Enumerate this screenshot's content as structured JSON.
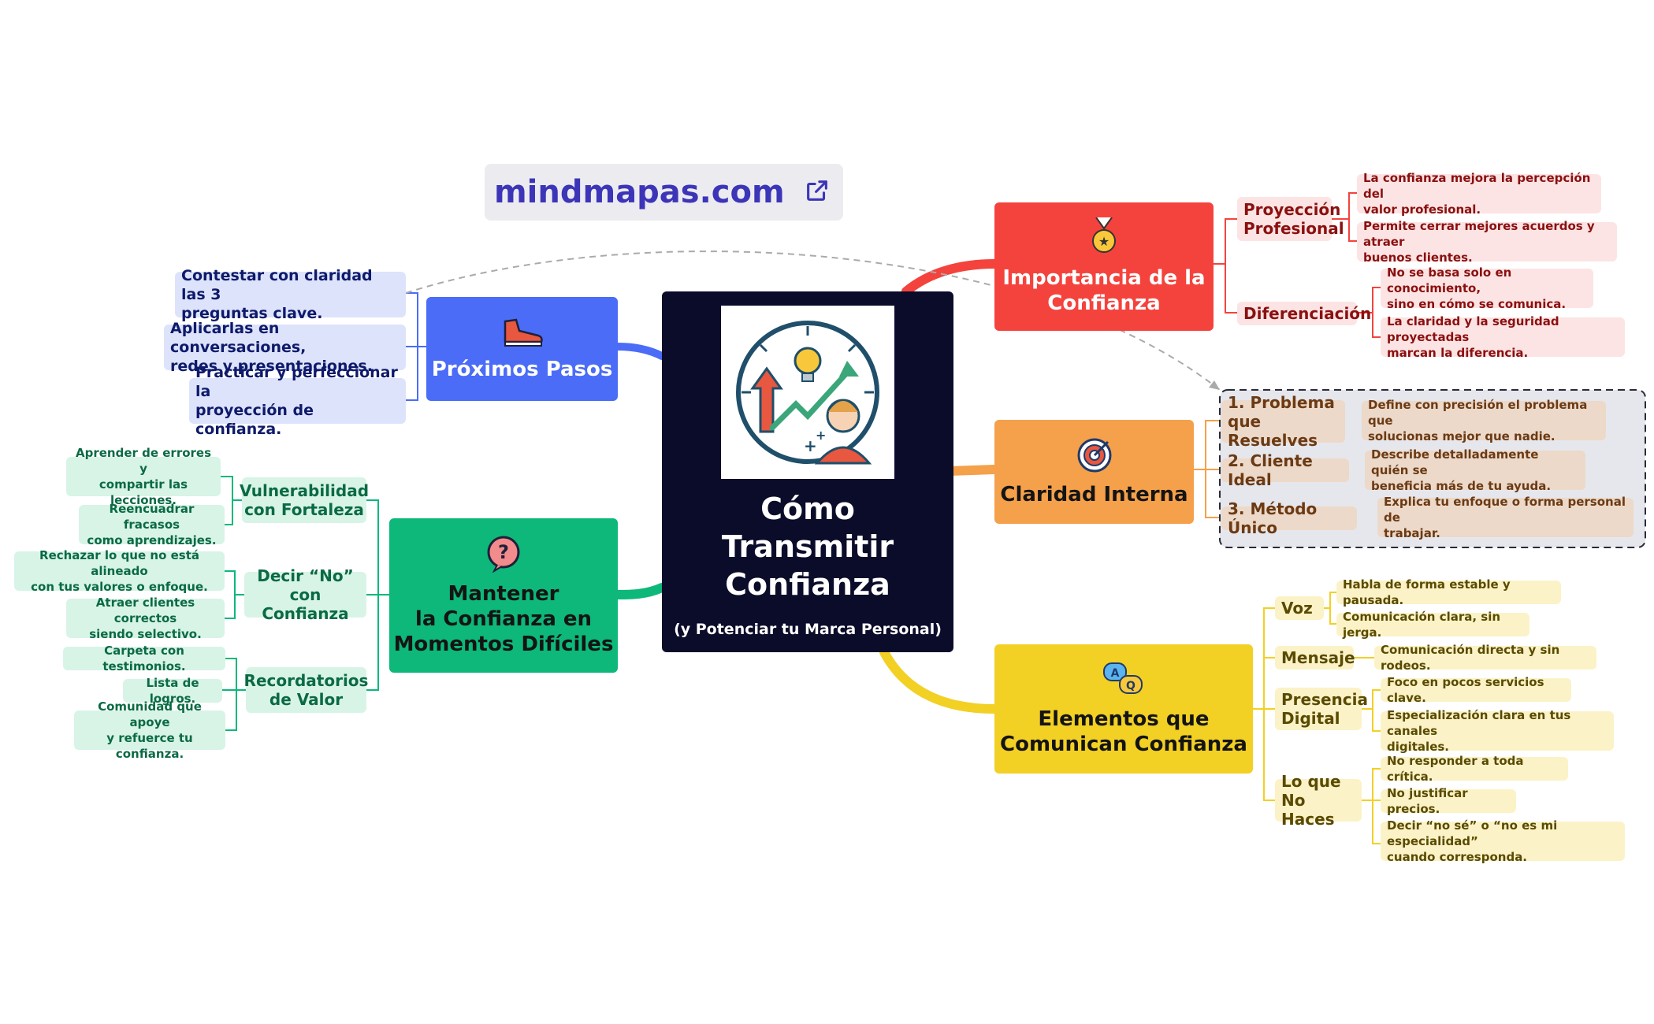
{
  "brand": {
    "text": "mindmapas.com",
    "link_icon": "external-link-icon"
  },
  "center": {
    "title": "Cómo\nTransmitir\nConfianza",
    "subtitle": "(y Potenciar tu Marca Personal)",
    "image": "trust-growth-illustration"
  },
  "colors": {
    "red": "#f4433d",
    "orange": "#f5a04a",
    "yellow": "#f2d024",
    "green": "#0db87a",
    "blue": "#4a6cf7",
    "center": "#0b0b2a"
  },
  "branches": {
    "importancia": {
      "title": "Importancia de la\nConfianza",
      "icon": "medal-icon",
      "subs": [
        {
          "label": "Proyección\nProfesional",
          "leaves": [
            "La confianza mejora la percepción del\nvalor profesional.",
            "Permite cerrar mejores acuerdos y atraer\nbuenos clientes."
          ]
        },
        {
          "label": "Diferenciación",
          "leaves": [
            "No se basa solo en conocimiento,\nsino en cómo se comunica.",
            "La claridad y la seguridad proyectadas\nmarcan la diferencia."
          ]
        }
      ]
    },
    "claridad": {
      "title": "Claridad Interna",
      "icon": "target-icon",
      "subs": [
        {
          "label": "1. Problema\nque Resuelves",
          "leaves": [
            "Define con precisión el problema que\nsolucionas mejor que nadie."
          ]
        },
        {
          "label": "2. Cliente Ideal",
          "leaves": [
            "Describe detalladamente quién se\nbeneficia más de tu ayuda."
          ]
        },
        {
          "label": "3. Método Único",
          "leaves": [
            "Explica tu enfoque o forma personal de\ntrabajar."
          ]
        }
      ]
    },
    "elementos": {
      "title": "Elementos que\nComunican Confianza",
      "icon": "chat-qa-icon",
      "subs": [
        {
          "label": "Voz",
          "leaves": [
            "Habla de forma estable y pausada.",
            "Comunicación clara, sin jerga."
          ]
        },
        {
          "label": "Mensaje",
          "leaves": [
            "Comunicación directa y sin rodeos."
          ]
        },
        {
          "label": "Presencia\nDigital",
          "leaves": [
            "Foco en pocos servicios clave.",
            "Especialización clara en tus canales\ndigitales."
          ]
        },
        {
          "label": "Lo que\nNo Haces",
          "leaves": [
            "No responder a toda crítica.",
            "No justificar precios.",
            "Decir “no sé” o “no es mi especialidad”\ncuando corresponda."
          ]
        }
      ]
    },
    "mantener": {
      "title": "Mantener\nla Confianza en\nMomentos Difíciles",
      "icon": "question-icon",
      "subs": [
        {
          "label": "Vulnerabilidad\ncon Fortaleza",
          "leaves": [
            "Aprender de errores y\ncompartir las lecciones.",
            "Reencuadrar fracasos\ncomo aprendizajes."
          ]
        },
        {
          "label": "Decir “No”\ncon Confianza",
          "leaves": [
            "Rechazar lo que no está alineado\ncon tus valores o enfoque.",
            "Atraer clientes correctos\nsiendo selectivo."
          ]
        },
        {
          "label": "Recordatorios\nde Valor",
          "leaves": [
            "Carpeta con testimonios.",
            "Lista de logros.",
            "Comunidad que apoye\ny refuerce tu confianza."
          ]
        }
      ]
    },
    "proximos": {
      "title": "Próximos Pasos",
      "icon": "sneaker-icon",
      "leaves": [
        "Contestar con claridad las 3\npreguntas clave.",
        "Aplicarlas en conversaciones,\nredes y presentaciones.",
        "Practicar y perfeccionar la\nproyección de confianza."
      ]
    }
  }
}
